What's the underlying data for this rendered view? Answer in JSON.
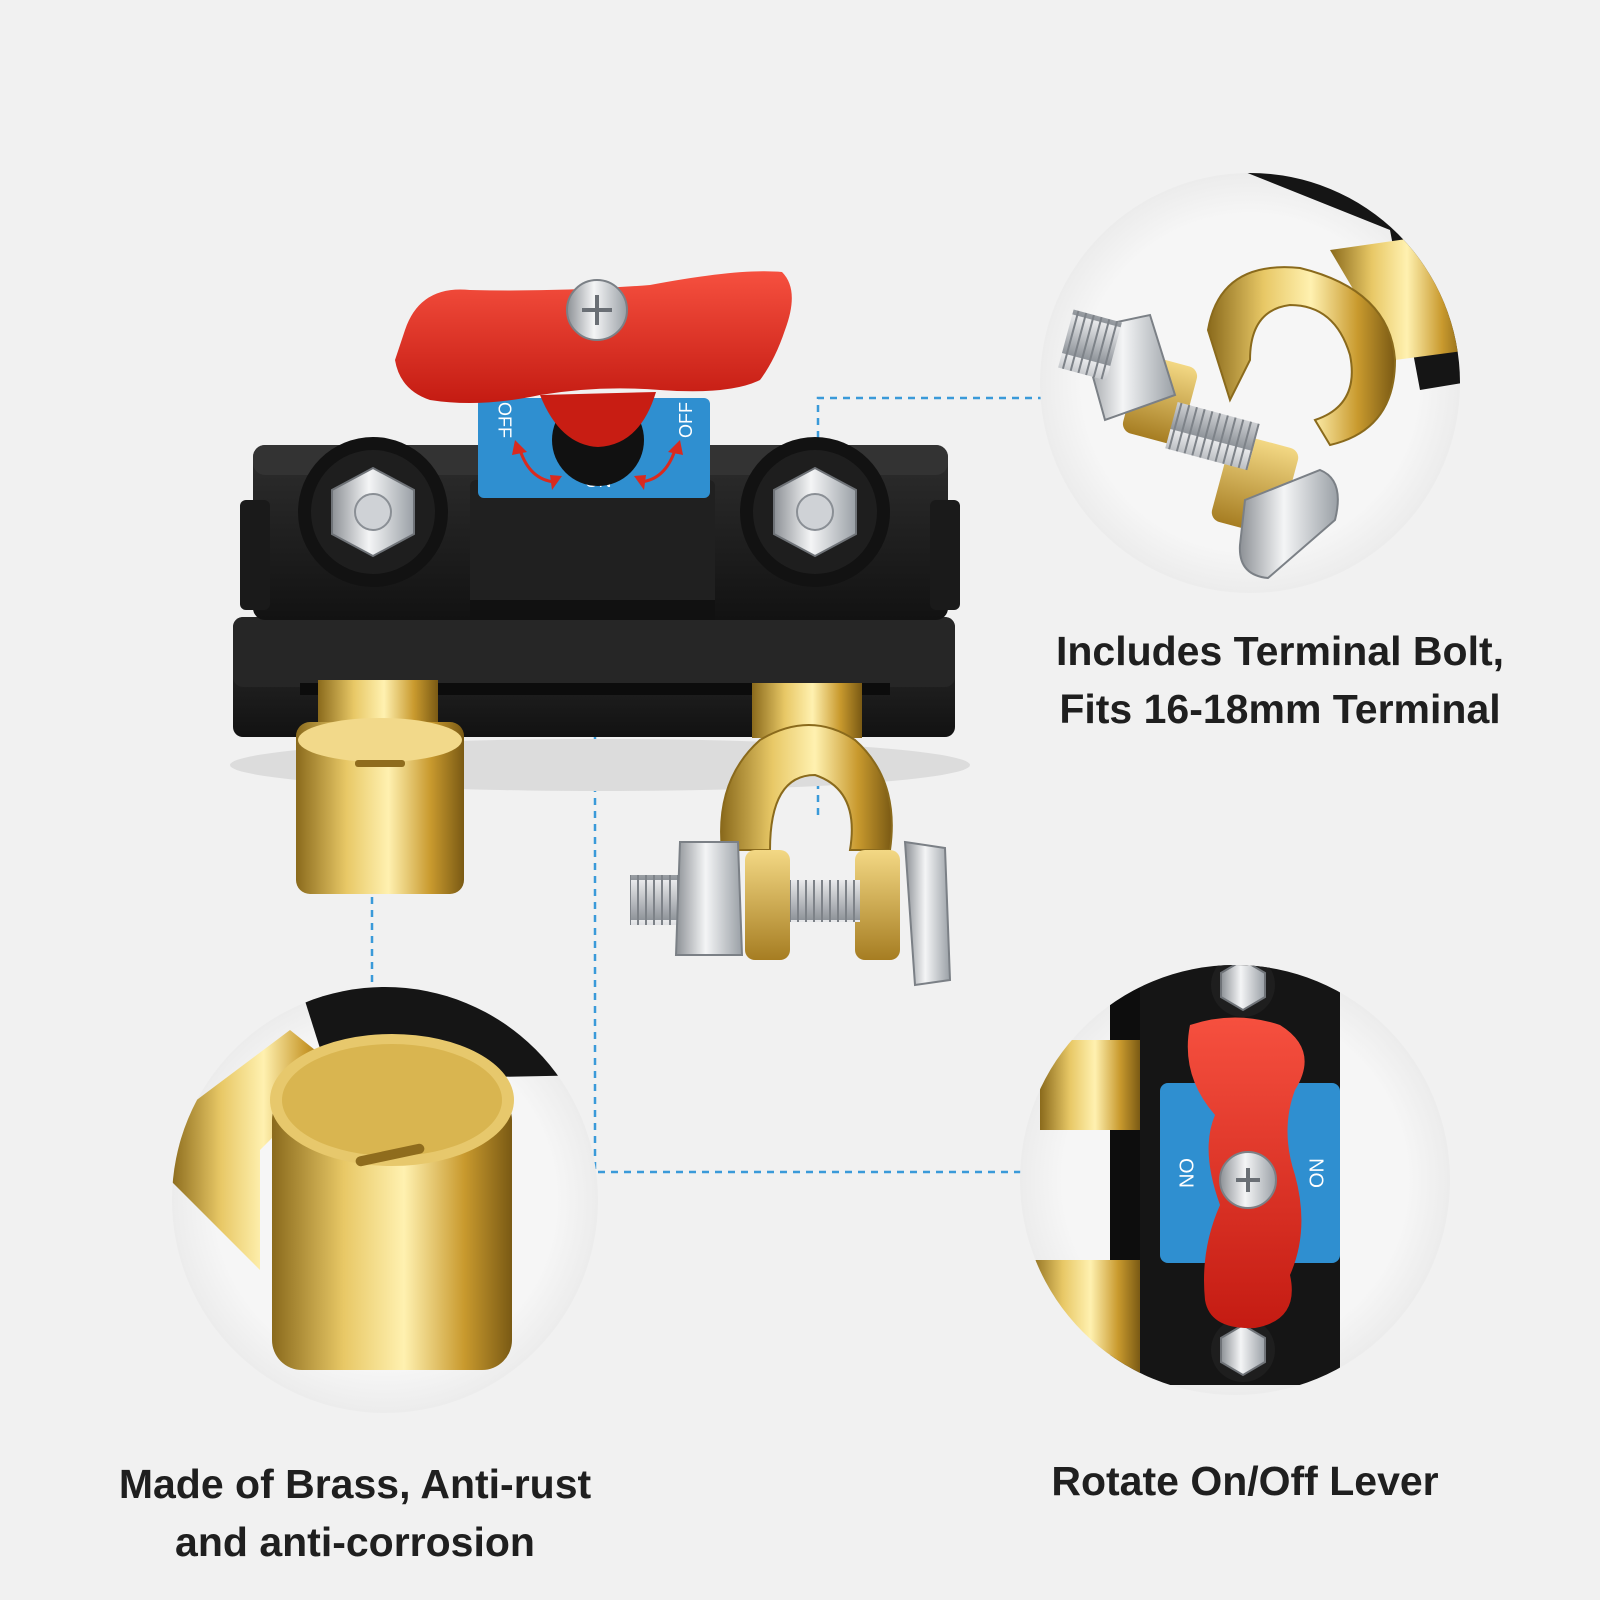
{
  "switch": {
    "label_off": "OFF",
    "label_on": "ON"
  },
  "callouts": {
    "terminal_bolt": {
      "line1": "Includes Terminal Bolt,",
      "line2": "Fits 16-18mm Terminal"
    },
    "brass": {
      "line1": "Made of Brass, Anti-rust",
      "line2": "and anti-corrosion"
    },
    "lever": {
      "line1": "Rotate On/Off Lever"
    }
  },
  "colors": {
    "background": "#f1f1f1",
    "leader_line": "#3a9ad9",
    "lever_red": "#e52a1f",
    "plate_blue": "#2f8fd0",
    "brass": "#d9b24a",
    "housing_black": "#1c1c1c"
  }
}
